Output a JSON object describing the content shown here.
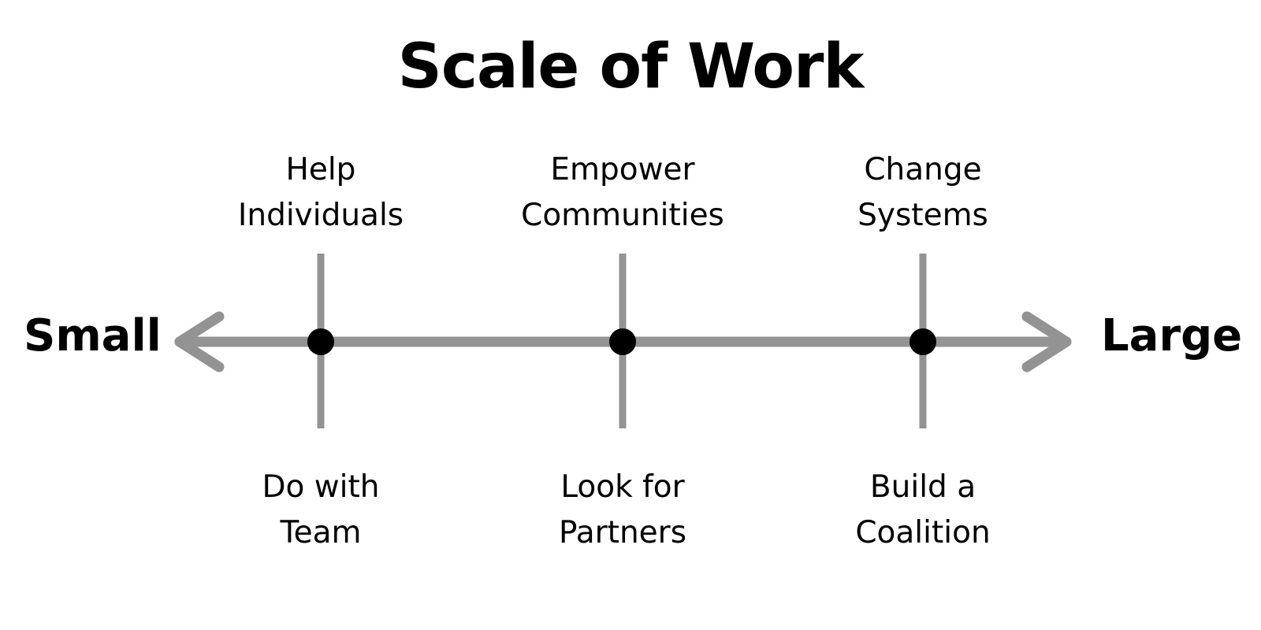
{
  "title": "Scale of Work",
  "axis": {
    "left_label": "Small",
    "right_label": "Large",
    "line_color": "#939393",
    "dot_color": "#000000"
  },
  "stages": [
    {
      "top_lines": [
        "Help",
        "Individuals"
      ],
      "bottom_lines": [
        "Do with",
        "Team"
      ]
    },
    {
      "top_lines": [
        "Empower",
        "Communities"
      ],
      "bottom_lines": [
        "Look for",
        "Partners"
      ]
    },
    {
      "top_lines": [
        "Change",
        "Systems"
      ],
      "bottom_lines": [
        "Build a",
        "Coalition"
      ]
    }
  ]
}
